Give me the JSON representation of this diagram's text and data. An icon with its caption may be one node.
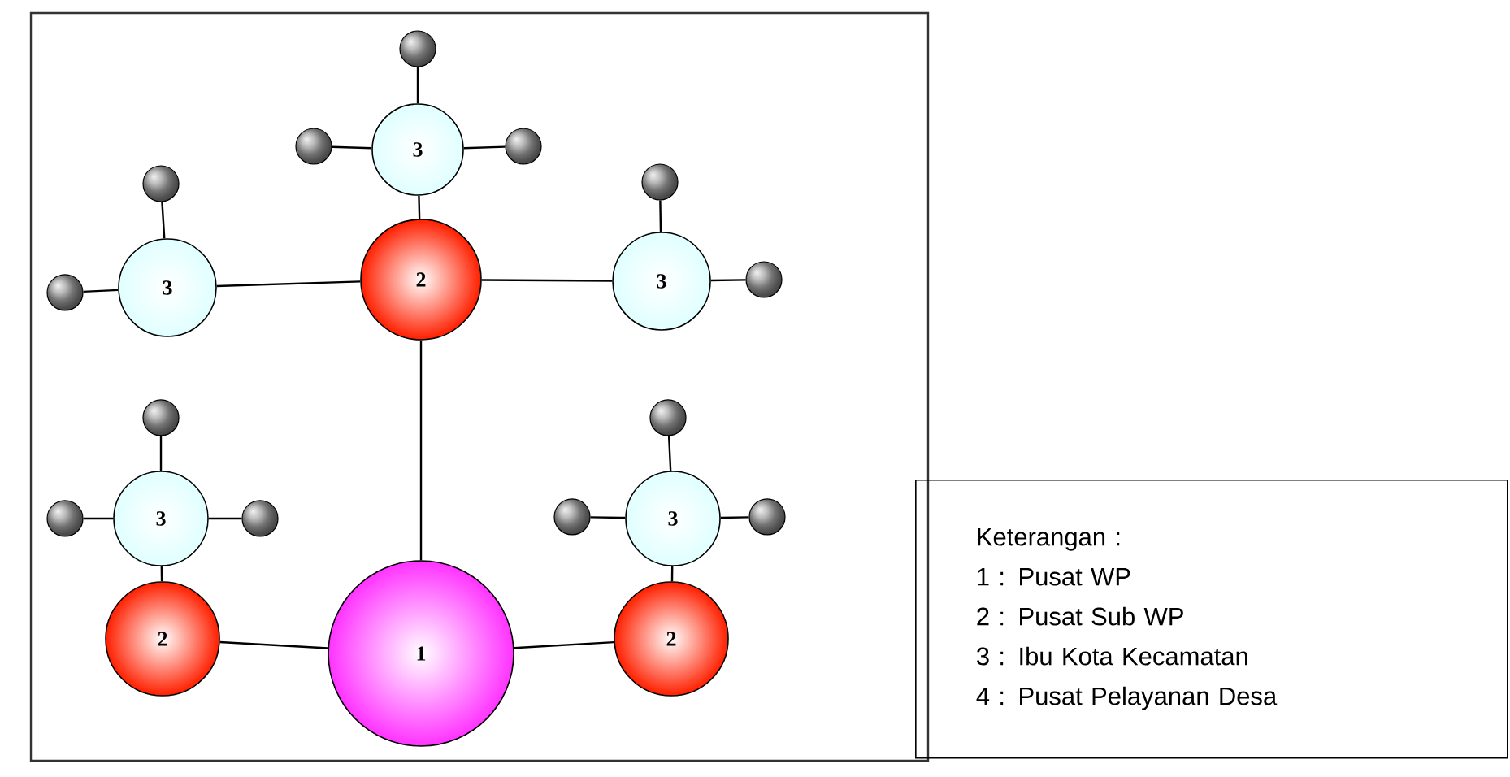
{
  "diagram": {
    "nodes": [
      {
        "text": [],
        "shape": "circle"
      },
      {
        "text": [],
        "shape": "circle"
      },
      {
        "text": [
          "3"
        ]
      },
      {
        "text": [],
        "shape": "circle"
      },
      {
        "text": [],
        "shape": "circle"
      },
      {
        "text": [],
        "shape": "circle"
      },
      {
        "text": [
          "2"
        ]
      },
      {
        "text": [],
        "shape": "circle"
      },
      {
        "text": [
          "3"
        ]
      },
      {
        "text": [
          "3"
        ]
      },
      {
        "text": [],
        "shape": "circle"
      },
      {
        "text": [],
        "shape": "circle"
      },
      {
        "text": [],
        "shape": "circle"
      },
      {
        "text": [],
        "shape": "circle"
      },
      {
        "text": [
          "3"
        ]
      },
      {
        "text": [],
        "shape": "circle"
      },
      {
        "text": [],
        "shape": "circle"
      },
      {
        "text": [
          "3"
        ]
      },
      {
        "text": [],
        "shape": "circle"
      },
      {
        "text": [
          "2"
        ]
      },
      {
        "text": [
          "1"
        ]
      },
      {
        "text": [
          "2"
        ]
      },
      {
        "text": [
          "Keterangan :",
          "1 : Pusat WP",
          "2 : Pusat Sub WP",
          "3 : Ibu Kota Kecamatan",
          "4 : Pusat Pelayanan Desa"
        ]
      }
    ],
    "edges": [
      {
        "from": 2,
        "to": 0,
        "arrow": "none"
      },
      {
        "from": 2,
        "to": 1,
        "arrow": "none"
      },
      {
        "from": 2,
        "to": 3,
        "arrow": "none"
      },
      {
        "from": 6,
        "to": 2,
        "arrow": "none"
      },
      {
        "from": 8,
        "to": 4,
        "arrow": "none"
      },
      {
        "from": 8,
        "to": 7,
        "arrow": "none"
      },
      {
        "from": 6,
        "to": 8,
        "arrow": "none"
      },
      {
        "from": 6,
        "to": 9,
        "arrow": "none"
      },
      {
        "from": 9,
        "to": 5,
        "arrow": "none"
      },
      {
        "from": 9,
        "to": 10,
        "arrow": "none"
      },
      {
        "from": 20,
        "to": 6,
        "arrow": "none"
      },
      {
        "from": 14,
        "to": 11,
        "arrow": "none"
      },
      {
        "from": 14,
        "to": 13,
        "arrow": "none"
      },
      {
        "from": 14,
        "to": 15,
        "arrow": "none"
      },
      {
        "from": 17,
        "to": 12,
        "arrow": "none"
      },
      {
        "from": 17,
        "to": 16,
        "arrow": "none"
      },
      {
        "from": 17,
        "to": 18,
        "arrow": "none"
      },
      {
        "from": 19,
        "to": 14,
        "arrow": "none"
      },
      {
        "from": 21,
        "to": 17,
        "arrow": "none"
      },
      {
        "from": 19,
        "to": 20,
        "arrow": "none"
      },
      {
        "from": 20,
        "to": 21,
        "arrow": "none"
      }
    ]
  }
}
